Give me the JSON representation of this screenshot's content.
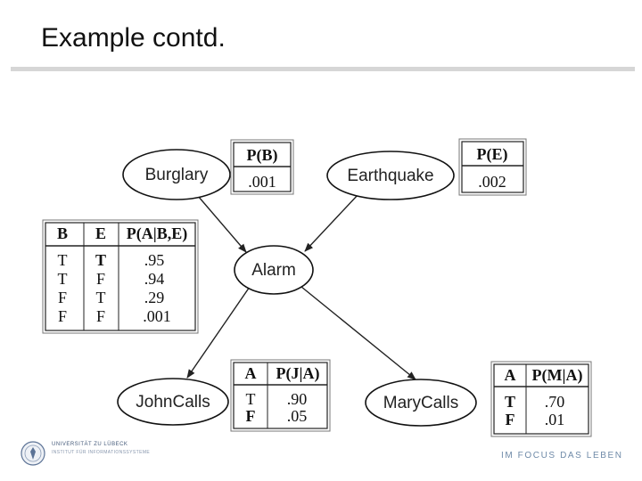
{
  "slide": {
    "title": "Example contd."
  },
  "nodes": {
    "burglary": "Burglary",
    "earthquake": "Earthquake",
    "alarm": "Alarm",
    "johncalls": "JohnCalls",
    "marycalls": "MaryCalls"
  },
  "cpt_b": {
    "header": "P(B)",
    "value": ".001"
  },
  "cpt_e": {
    "header": "P(E)",
    "value": ".002"
  },
  "cpt_a": {
    "headers": [
      "B",
      "E",
      "P(A|B,E)"
    ],
    "rows": [
      [
        "T",
        "T",
        ".95"
      ],
      [
        "T",
        "F",
        ".94"
      ],
      [
        "F",
        "T",
        ".29"
      ],
      [
        "F",
        "F",
        ".001"
      ]
    ]
  },
  "cpt_j": {
    "headers": [
      "A",
      "P(J|A)"
    ],
    "rows": [
      [
        "T",
        ".90"
      ],
      [
        "F",
        ".05"
      ]
    ]
  },
  "cpt_m": {
    "headers": [
      "A",
      "P(M|A)"
    ],
    "rows": [
      [
        "T",
        ".70"
      ],
      [
        "F",
        ".01"
      ]
    ]
  },
  "footer": {
    "university": "UNIVERSITÄT ZU LÜBECK",
    "institute": "INSTITUT FÜR INFORMATIONSSYSTEME",
    "slogan": "IM FOCUS DAS LEBEN"
  },
  "colors": {
    "node_border": "#111111",
    "edge": "#222222",
    "footer_blue": "#6f8aa8"
  }
}
